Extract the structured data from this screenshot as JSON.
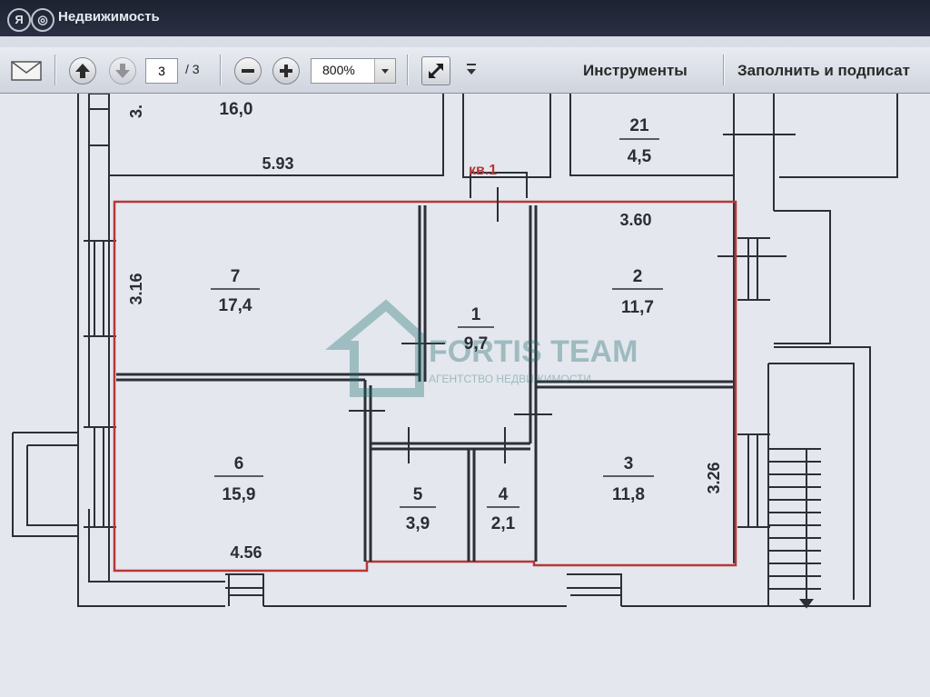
{
  "brand": {
    "name": "Недвижимость"
  },
  "toolbar": {
    "page_current": "3",
    "page_total": "/ 3",
    "zoom": "800%",
    "tools_label": "Инструменты",
    "sign_label": "Заполнить и подписат"
  },
  "plan": {
    "apartment_label": "кв.1",
    "watermark_title": "FORTIS TEAM",
    "watermark_subtitle": "АГЕНТСТВО НЕДВИЖИМОСТИ",
    "rooms": [
      {
        "number": "7",
        "area": "17,4"
      },
      {
        "number": "1",
        "area": "9,7"
      },
      {
        "number": "2",
        "area": "11,7"
      },
      {
        "number": "6",
        "area": "15,9"
      },
      {
        "number": "5",
        "area": "3,9"
      },
      {
        "number": "4",
        "area": "2,1"
      },
      {
        "number": "3",
        "area": "11,8"
      }
    ],
    "neighbor_rooms": [
      {
        "number": "",
        "area": "16,0"
      },
      {
        "number": "21",
        "area": "4,5"
      }
    ],
    "dimensions": {
      "top_partial": "3.",
      "width_top": "5.93",
      "width_right": "3.60",
      "height_left": "3.16",
      "width_bottom": "4.56",
      "height_right": "3.26"
    }
  }
}
